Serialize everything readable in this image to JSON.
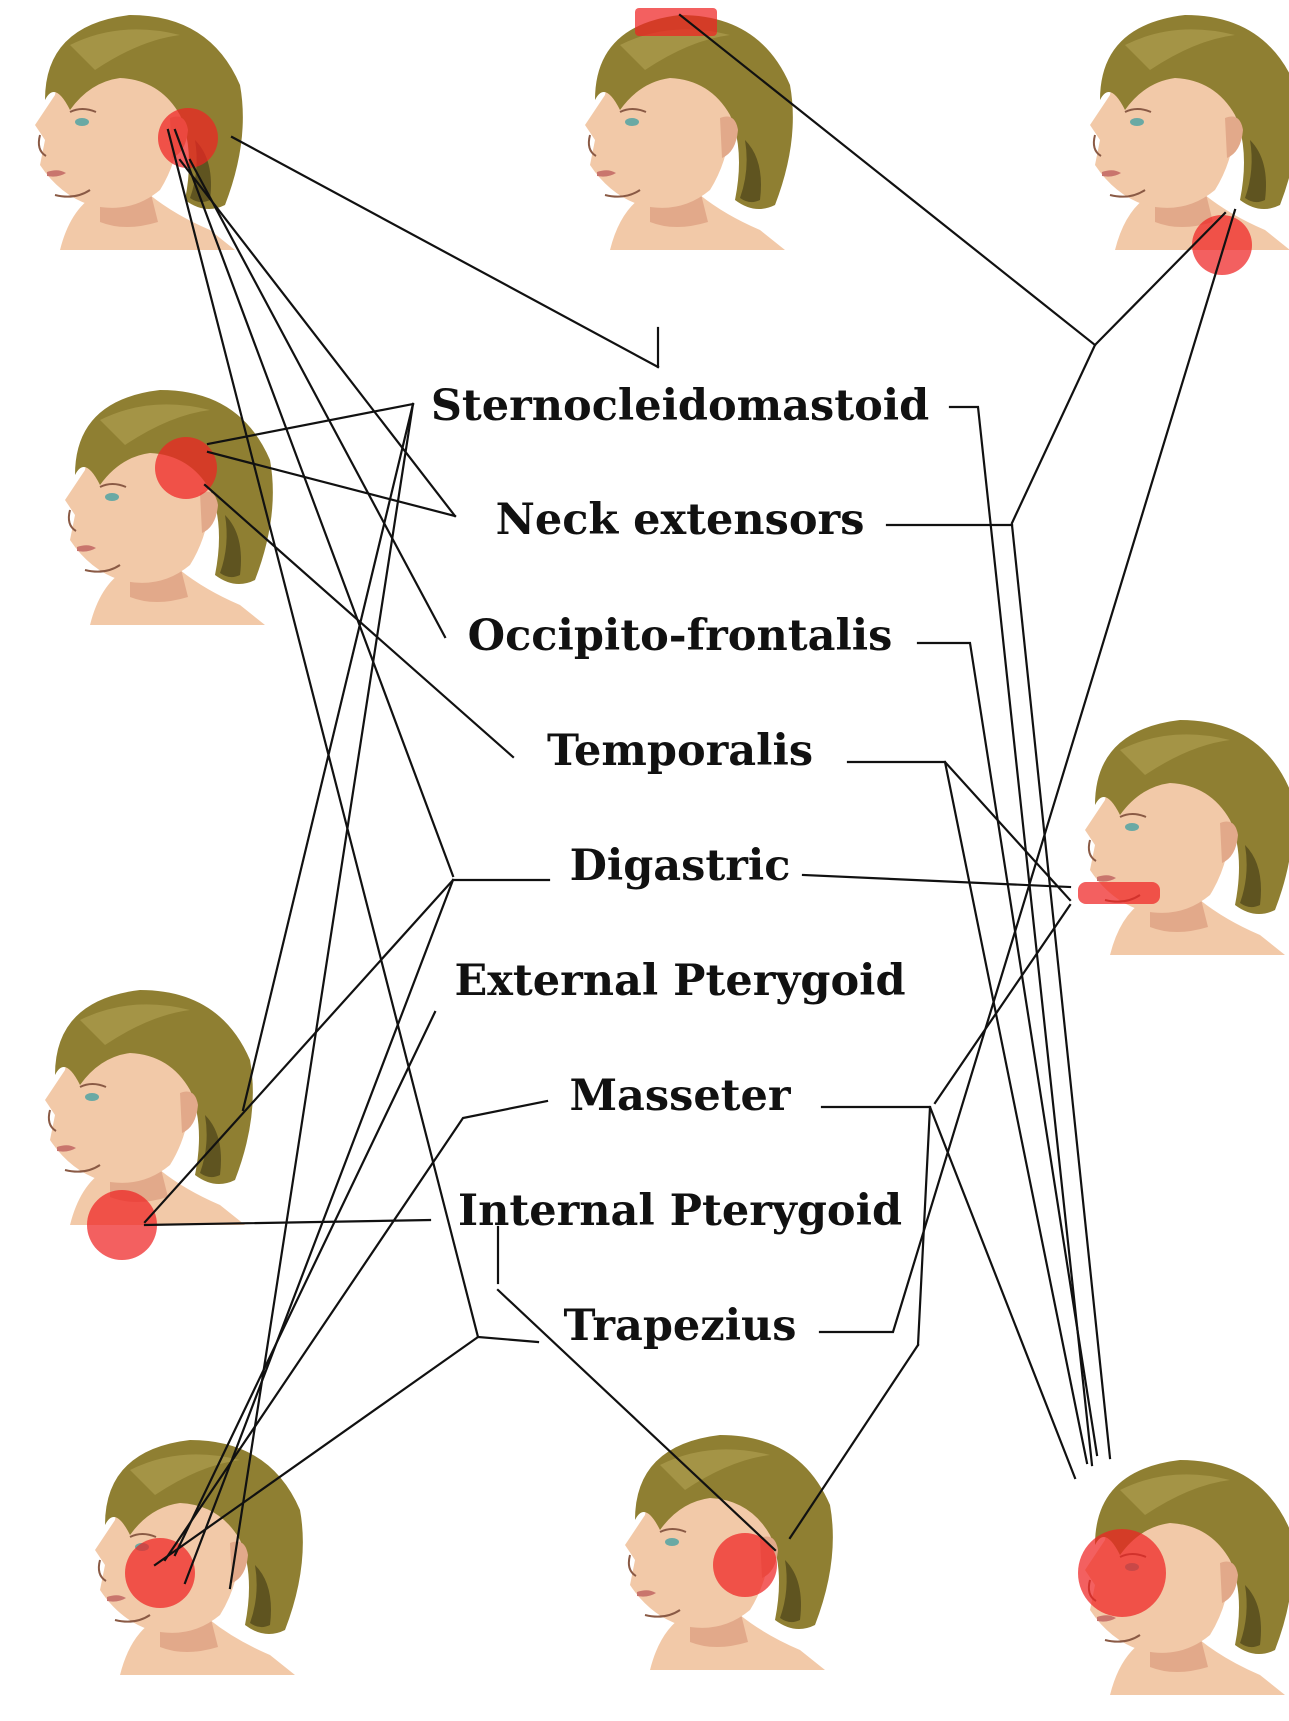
{
  "muscles": [
    {
      "label": "Sternocleidomastoid"
    },
    {
      "label": "Neck extensors"
    },
    {
      "label": "Occipito-frontalis"
    },
    {
      "label": "Temporalis"
    },
    {
      "label": "Digastric"
    },
    {
      "label": "External Pterygoid"
    },
    {
      "label": "Masseter"
    },
    {
      "label": "Internal Pterygoid"
    },
    {
      "label": "Trapezius"
    }
  ],
  "pain_regions": [
    {
      "id": "head-1",
      "region": "behind ear"
    },
    {
      "id": "head-2",
      "region": "top of head"
    },
    {
      "id": "head-3",
      "region": "back of neck"
    },
    {
      "id": "head-4",
      "region": "temple"
    },
    {
      "id": "head-5",
      "region": "lower lip / chin"
    },
    {
      "id": "head-6",
      "region": "throat"
    },
    {
      "id": "head-7",
      "region": "cheek / jaw"
    },
    {
      "id": "head-8",
      "region": "ear"
    },
    {
      "id": "head-9",
      "region": "around eye"
    }
  ],
  "colors": {
    "line": "#111111",
    "pain_marker": "#ee2222",
    "hair": "#8f7f32",
    "skin": "#f2c9a8"
  }
}
